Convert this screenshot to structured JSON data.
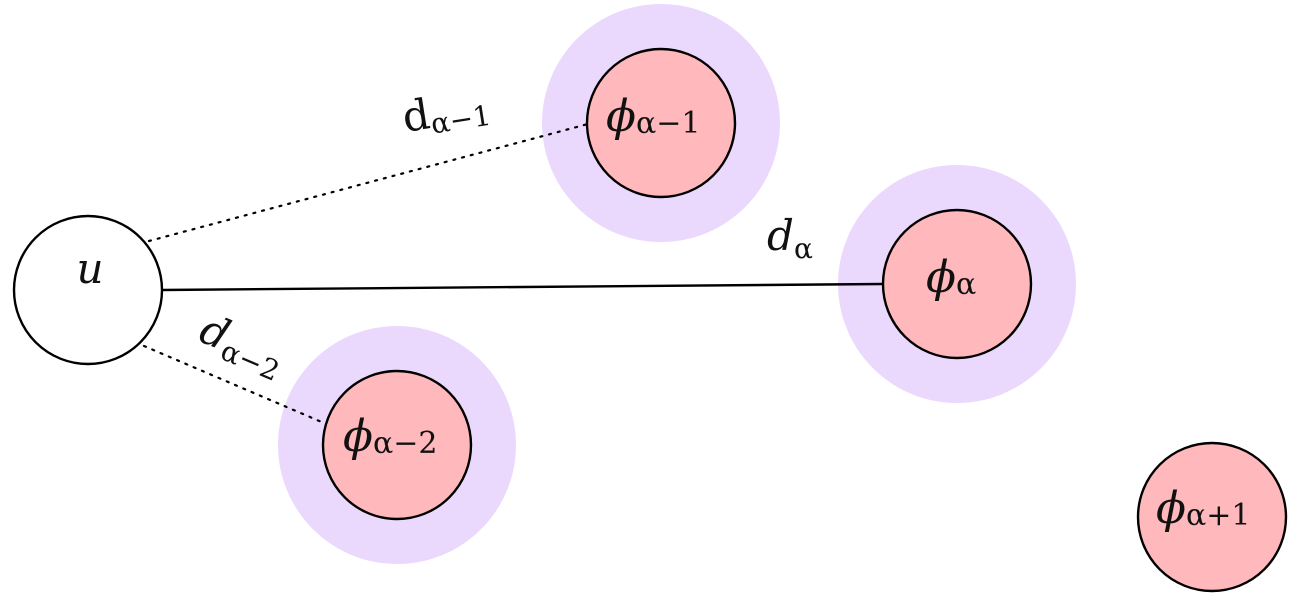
{
  "diagram": {
    "nodes": {
      "u": {
        "label": "u"
      },
      "phi_a_minus_1": {
        "symbol": "ϕ",
        "subscript": "α−1"
      },
      "phi_a": {
        "symbol": "ϕ",
        "subscript": "α"
      },
      "phi_a_minus_2": {
        "symbol": "ϕ",
        "subscript": "α−2"
      },
      "phi_a_plus_1": {
        "symbol": "ϕ",
        "subscript": "α+1"
      }
    },
    "edges": {
      "d_a_minus_1": {
        "symbol": "d",
        "subscript": "α−1",
        "style": "dotted"
      },
      "d_a": {
        "symbol": "d",
        "subscript": "α",
        "style": "solid"
      },
      "d_a_minus_2": {
        "symbol": "d",
        "subscript": "α−2",
        "style": "dotted"
      }
    },
    "colors": {
      "halo": "#ead9fd",
      "node_fill_pink": "#ffb8bc",
      "node_fill_white": "#ffffff",
      "stroke": "#000000"
    }
  }
}
